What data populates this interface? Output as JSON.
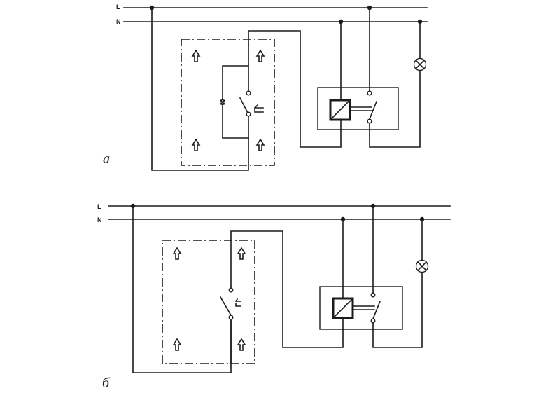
{
  "labels": {
    "line_phase": "L",
    "line_neutral": "N"
  },
  "captions": {
    "a": "a",
    "b": "б"
  },
  "colors": {
    "ink": "#1b1b1b",
    "background": "#ffffff"
  },
  "icons": {
    "lamp": "lamp-icon",
    "arrow": "up-arrow-icon",
    "relay_coil": "relay-coil-icon",
    "switch": "switch-contact-icon"
  }
}
